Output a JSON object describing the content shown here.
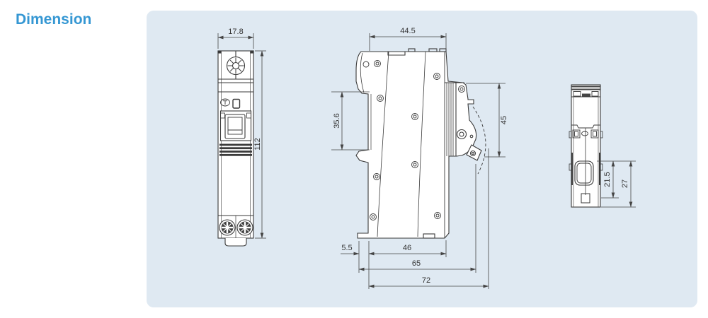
{
  "title": "Dimension",
  "colors": {
    "accent_blue": "#3597d3",
    "panel_background": "#dfe9f2",
    "drawing_line": "#3a3a3a",
    "dimension_line": "#444444"
  },
  "views": {
    "front": {
      "name": "front view of modular circuit breaker",
      "width": "17.8",
      "height": "112"
    },
    "side": {
      "name": "side view of modular circuit breaker",
      "top_width": "44.5",
      "din_recess_height": "35.6",
      "handle_height": "45",
      "clip_offset": "5.5",
      "base_depth": "46",
      "body_depth": "65",
      "total_depth": "72"
    },
    "rear": {
      "name": "rear view of modular circuit breaker",
      "window_height": "21.5",
      "clip_height": "27"
    }
  }
}
